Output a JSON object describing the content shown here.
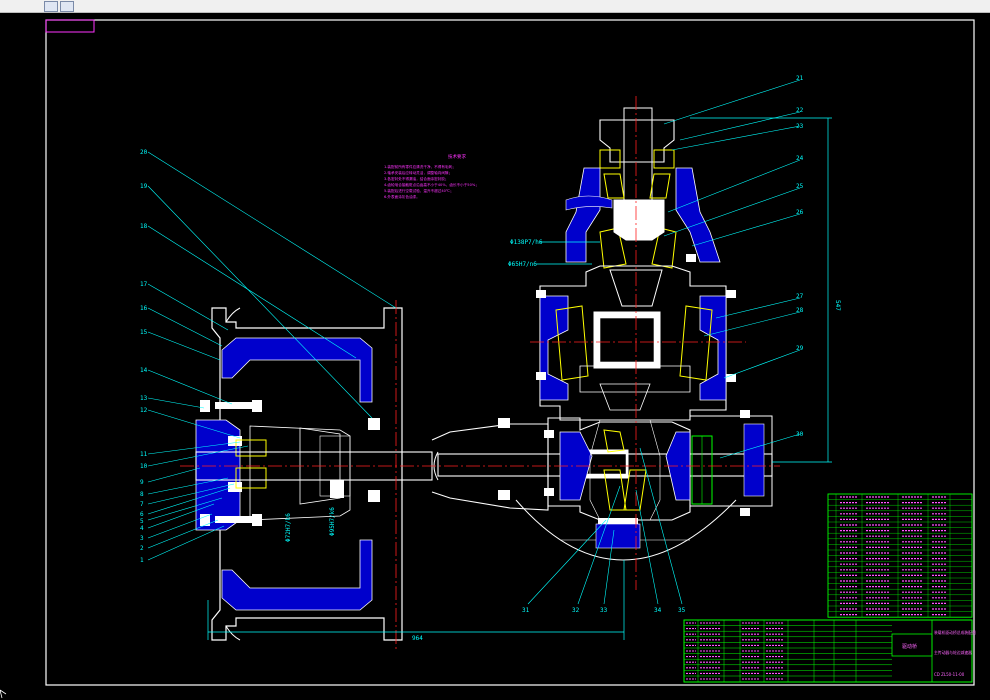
{
  "window": {
    "toolbar_icons": [
      "table-icon",
      "grid-icon"
    ]
  },
  "drawing": {
    "dimensions": {
      "overall_width": "964",
      "height_right": "547"
    },
    "fits": {
      "fit1": "Φ138P7/h6",
      "fit2": "Φ65H7/n6",
      "fit3": "Φ72H7/k6",
      "fit4": "Φ95H7/k6"
    },
    "tech_requirements": {
      "title": "技术要求",
      "lines": [
        "1.装配前所有零件应清洗干净，不得有毛刺；",
        "2.轴承安装后应转动灵活，调整轴向间隙；",
        "3.各密封处不得漏油，结合面涂密封胶；",
        "4.齿轮啮合接触斑点沿齿高不小于40%，齿长不小于50%；",
        "5.装配后进行空载试验，温升不超过40℃；",
        "6.外表面涂灰色油漆。"
      ]
    },
    "part_numbers_left": [
      "20",
      "19",
      "18",
      "17",
      "16",
      "15",
      "14",
      "13",
      "12",
      "11",
      "10",
      "9",
      "8",
      "7",
      "6",
      "5",
      "4",
      "3",
      "2",
      "1"
    ],
    "part_numbers_right": [
      "21",
      "22",
      "23",
      "24",
      "25",
      "26",
      "27",
      "28",
      "29",
      "30"
    ],
    "part_numbers_bottom": [
      "31",
      "32",
      "33",
      "34",
      "35"
    ]
  },
  "title_block": {
    "company": "驱动桥",
    "drawing_title": "装载机驱动桥总成装配图",
    "subtitle": "主传动器与轮边减速器",
    "drawing_number": "CD ZL50-11-00"
  }
}
